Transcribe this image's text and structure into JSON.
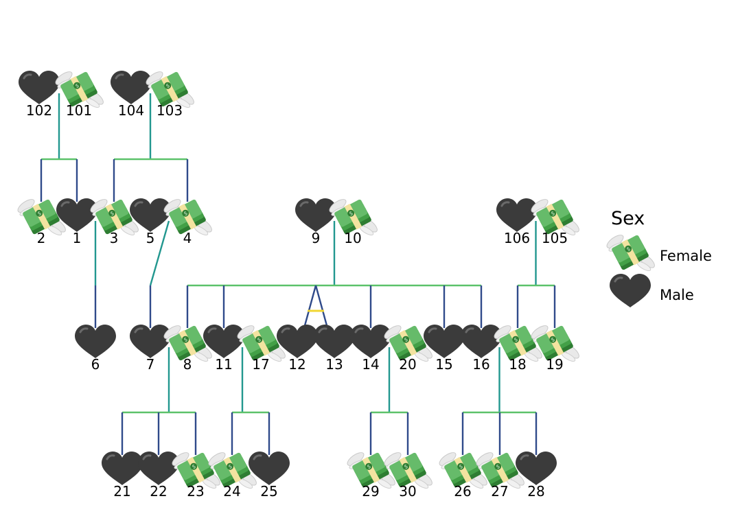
{
  "legend": {
    "title": "Sex",
    "items": [
      {
        "label": "Female",
        "symbol": "money-with-wings-icon"
      },
      {
        "label": "Male",
        "symbol": "black-heart-icon"
      }
    ]
  },
  "colors": {
    "male_line": "#2f4a8a",
    "female_line": "#5cc26a",
    "spouse_line": "#22978f",
    "twin_marker": "#f2d733",
    "heart": "#3b3b3b",
    "money": "#4caf50"
  },
  "individuals": [
    {
      "id": "102",
      "sex": "male"
    },
    {
      "id": "101",
      "sex": "female"
    },
    {
      "id": "104",
      "sex": "male"
    },
    {
      "id": "103",
      "sex": "female"
    },
    {
      "id": "2",
      "sex": "female"
    },
    {
      "id": "1",
      "sex": "male"
    },
    {
      "id": "3",
      "sex": "female"
    },
    {
      "id": "5",
      "sex": "male"
    },
    {
      "id": "4",
      "sex": "female"
    },
    {
      "id": "9",
      "sex": "male"
    },
    {
      "id": "10",
      "sex": "female"
    },
    {
      "id": "106",
      "sex": "male"
    },
    {
      "id": "105",
      "sex": "female"
    },
    {
      "id": "6",
      "sex": "male"
    },
    {
      "id": "7",
      "sex": "male"
    },
    {
      "id": "8",
      "sex": "female"
    },
    {
      "id": "11",
      "sex": "male"
    },
    {
      "id": "17",
      "sex": "female"
    },
    {
      "id": "12",
      "sex": "male"
    },
    {
      "id": "13",
      "sex": "male"
    },
    {
      "id": "14",
      "sex": "male"
    },
    {
      "id": "20",
      "sex": "female"
    },
    {
      "id": "15",
      "sex": "male"
    },
    {
      "id": "16",
      "sex": "male"
    },
    {
      "id": "18",
      "sex": "female"
    },
    {
      "id": "19",
      "sex": "female"
    },
    {
      "id": "21",
      "sex": "male"
    },
    {
      "id": "22",
      "sex": "male"
    },
    {
      "id": "23",
      "sex": "female"
    },
    {
      "id": "24",
      "sex": "female"
    },
    {
      "id": "25",
      "sex": "male"
    },
    {
      "id": "29",
      "sex": "female"
    },
    {
      "id": "30",
      "sex": "female"
    },
    {
      "id": "26",
      "sex": "female"
    },
    {
      "id": "27",
      "sex": "female"
    },
    {
      "id": "28",
      "sex": "male"
    }
  ],
  "families": [
    {
      "parents": [
        "102",
        "101"
      ],
      "children": [
        "2",
        "1"
      ]
    },
    {
      "parents": [
        "104",
        "103"
      ],
      "children": [
        "3",
        "4"
      ]
    },
    {
      "parents": [
        "1",
        "3"
      ],
      "children": [
        "6"
      ]
    },
    {
      "parents": [
        "5",
        "4"
      ],
      "children": [
        "7"
      ]
    },
    {
      "parents": [
        "9",
        "10"
      ],
      "children": [
        "8",
        "11",
        "12",
        "13",
        "14",
        "15",
        "16"
      ],
      "twins": [
        "12",
        "13"
      ]
    },
    {
      "parents": [
        "106",
        "105"
      ],
      "children": [
        "18",
        "19"
      ]
    },
    {
      "parents": [
        "7",
        "8"
      ],
      "children": [
        "21",
        "22",
        "23"
      ]
    },
    {
      "parents": [
        "11",
        "17"
      ],
      "children": [
        "24",
        "25"
      ]
    },
    {
      "parents": [
        "14",
        "20"
      ],
      "children": [
        "29",
        "30"
      ]
    },
    {
      "parents": [
        "16",
        "18"
      ],
      "children": [
        "26",
        "27",
        "28"
      ]
    }
  ]
}
